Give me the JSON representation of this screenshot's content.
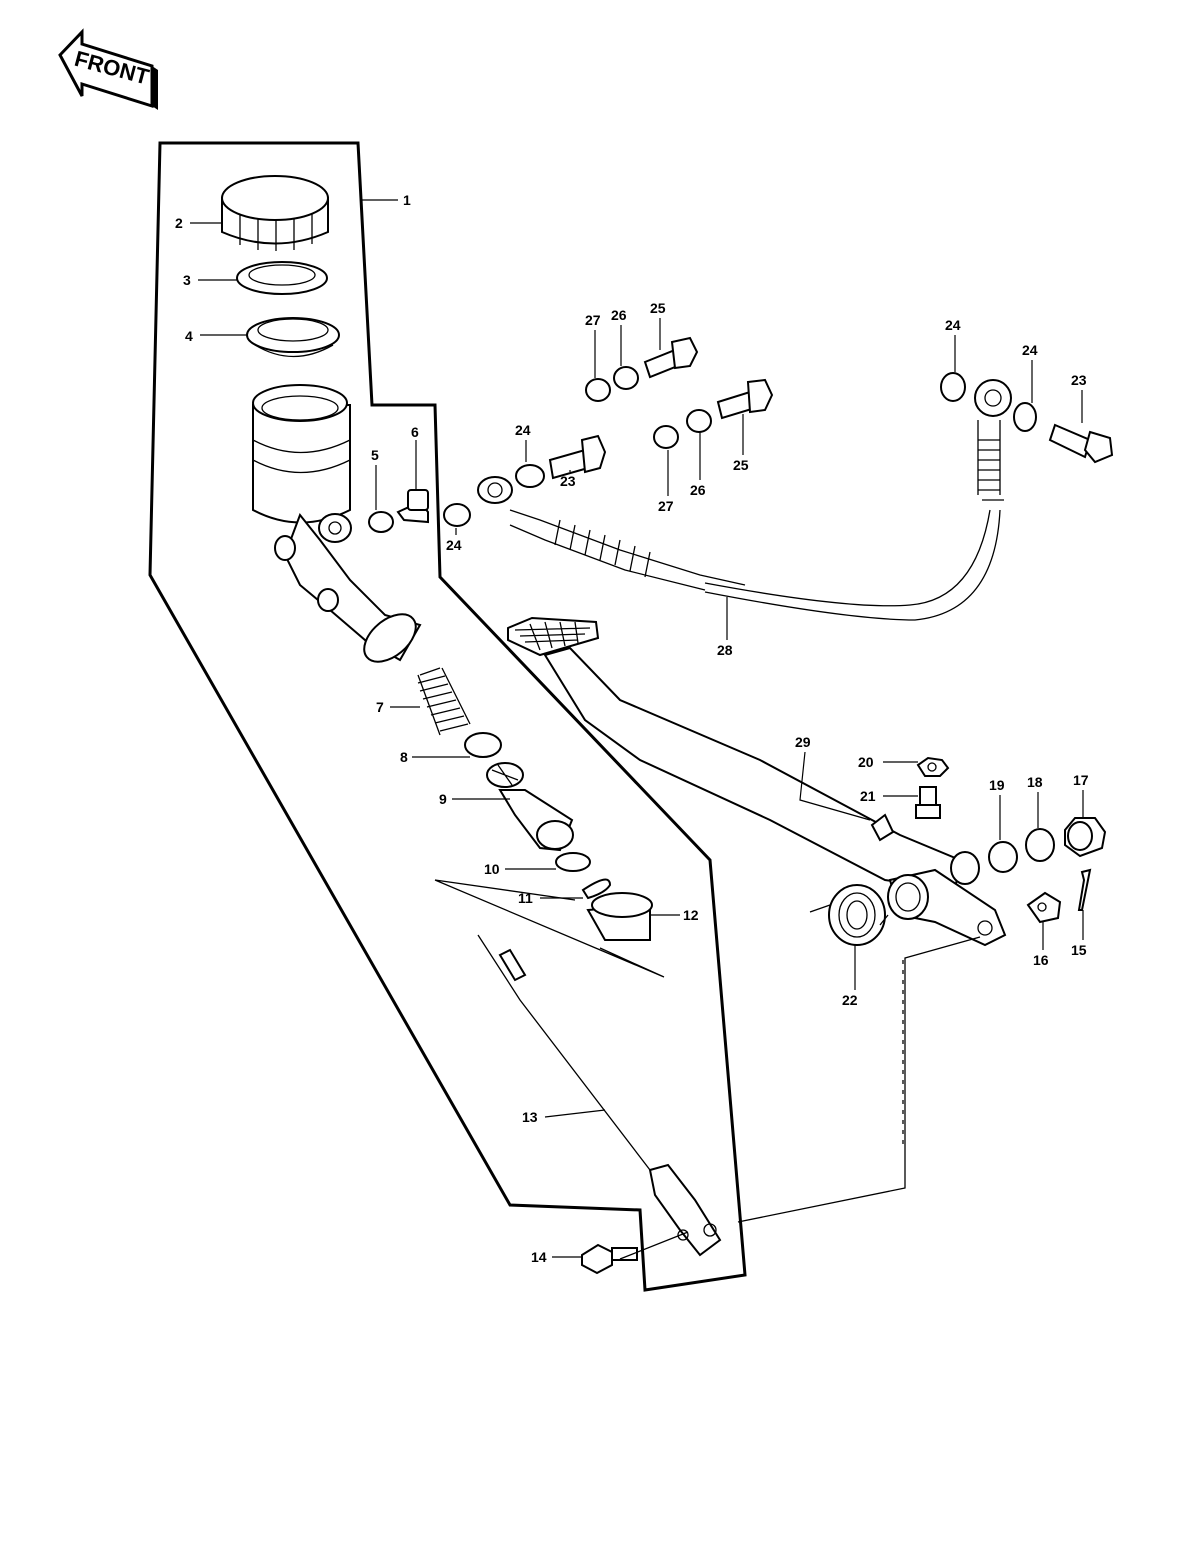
{
  "badge": {
    "front_text": "FRONT"
  },
  "callouts": {
    "c1": "1",
    "c2": "2",
    "c3": "3",
    "c4": "4",
    "c5": "5",
    "c6": "6",
    "c7": "7",
    "c8": "8",
    "c9": "9",
    "c10": "10",
    "c11": "11",
    "c12": "12",
    "c13": "13",
    "c14": "14",
    "c15": "15",
    "c16": "16",
    "c17": "17",
    "c18": "18",
    "c19": "19",
    "c20": "20",
    "c21": "21",
    "c22": "22",
    "c23a": "23",
    "c23b": "23",
    "c24a": "24",
    "c24b": "24",
    "c24c": "24",
    "c24d": "24",
    "c25a": "25",
    "c25b": "25",
    "c26a": "26",
    "c26b": "26",
    "c27a": "27",
    "c27b": "27",
    "c28": "28",
    "c29": "29"
  }
}
